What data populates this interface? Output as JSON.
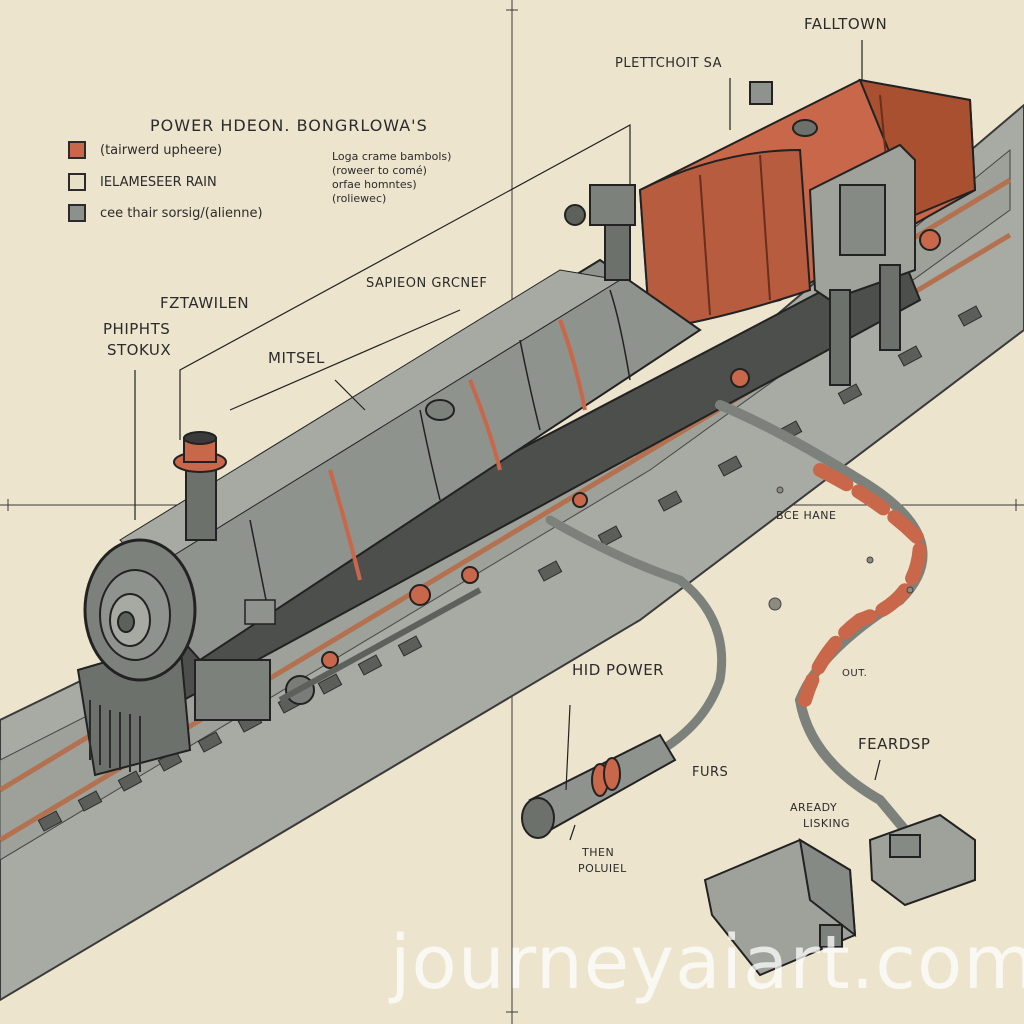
{
  "legend": {
    "title": "POWER HDEON. BONGRLOWA'S",
    "items": [
      {
        "label": "(tairwerd upheere)",
        "color": "#c8674a"
      },
      {
        "label": "IELAMESEER RAIN",
        "color": "#e8e0c6"
      },
      {
        "label": "cee thair sorsig/(alienne)",
        "color": "#8d918b"
      }
    ]
  },
  "note": {
    "lines": [
      "Loga crame bambols)",
      "(roweer to comé)",
      "orfae homntes)",
      "(roliewec)"
    ]
  },
  "labels": {
    "falltown": "FALLTOWN",
    "plettchoit": "PLETTCHOIT SA",
    "sapieon": "SAPIEON GRCNEF",
    "fztawilen": "FZTAWILEN",
    "phiphts_1": "PHIPHTS",
    "phiphts_2": "STOKUX",
    "mitsel": "MITSEL",
    "bce_hane": "BCE HANE",
    "hid_power": "HID POWER",
    "out": "OUT.",
    "feardsp": "FEARDSP",
    "furs": "FURS",
    "aready_1": "AREADY",
    "aready_2": "LISKING",
    "then_1": "THEN",
    "then_2": "POLUIEL"
  },
  "watermark": "journeyaiart.com",
  "colors": {
    "paper": "#ece4cc",
    "steel": "#8f938d",
    "steel_dark": "#5d615c",
    "rust": "#c8674a",
    "rail": "#b37150",
    "ink": "#2b2b2b"
  }
}
